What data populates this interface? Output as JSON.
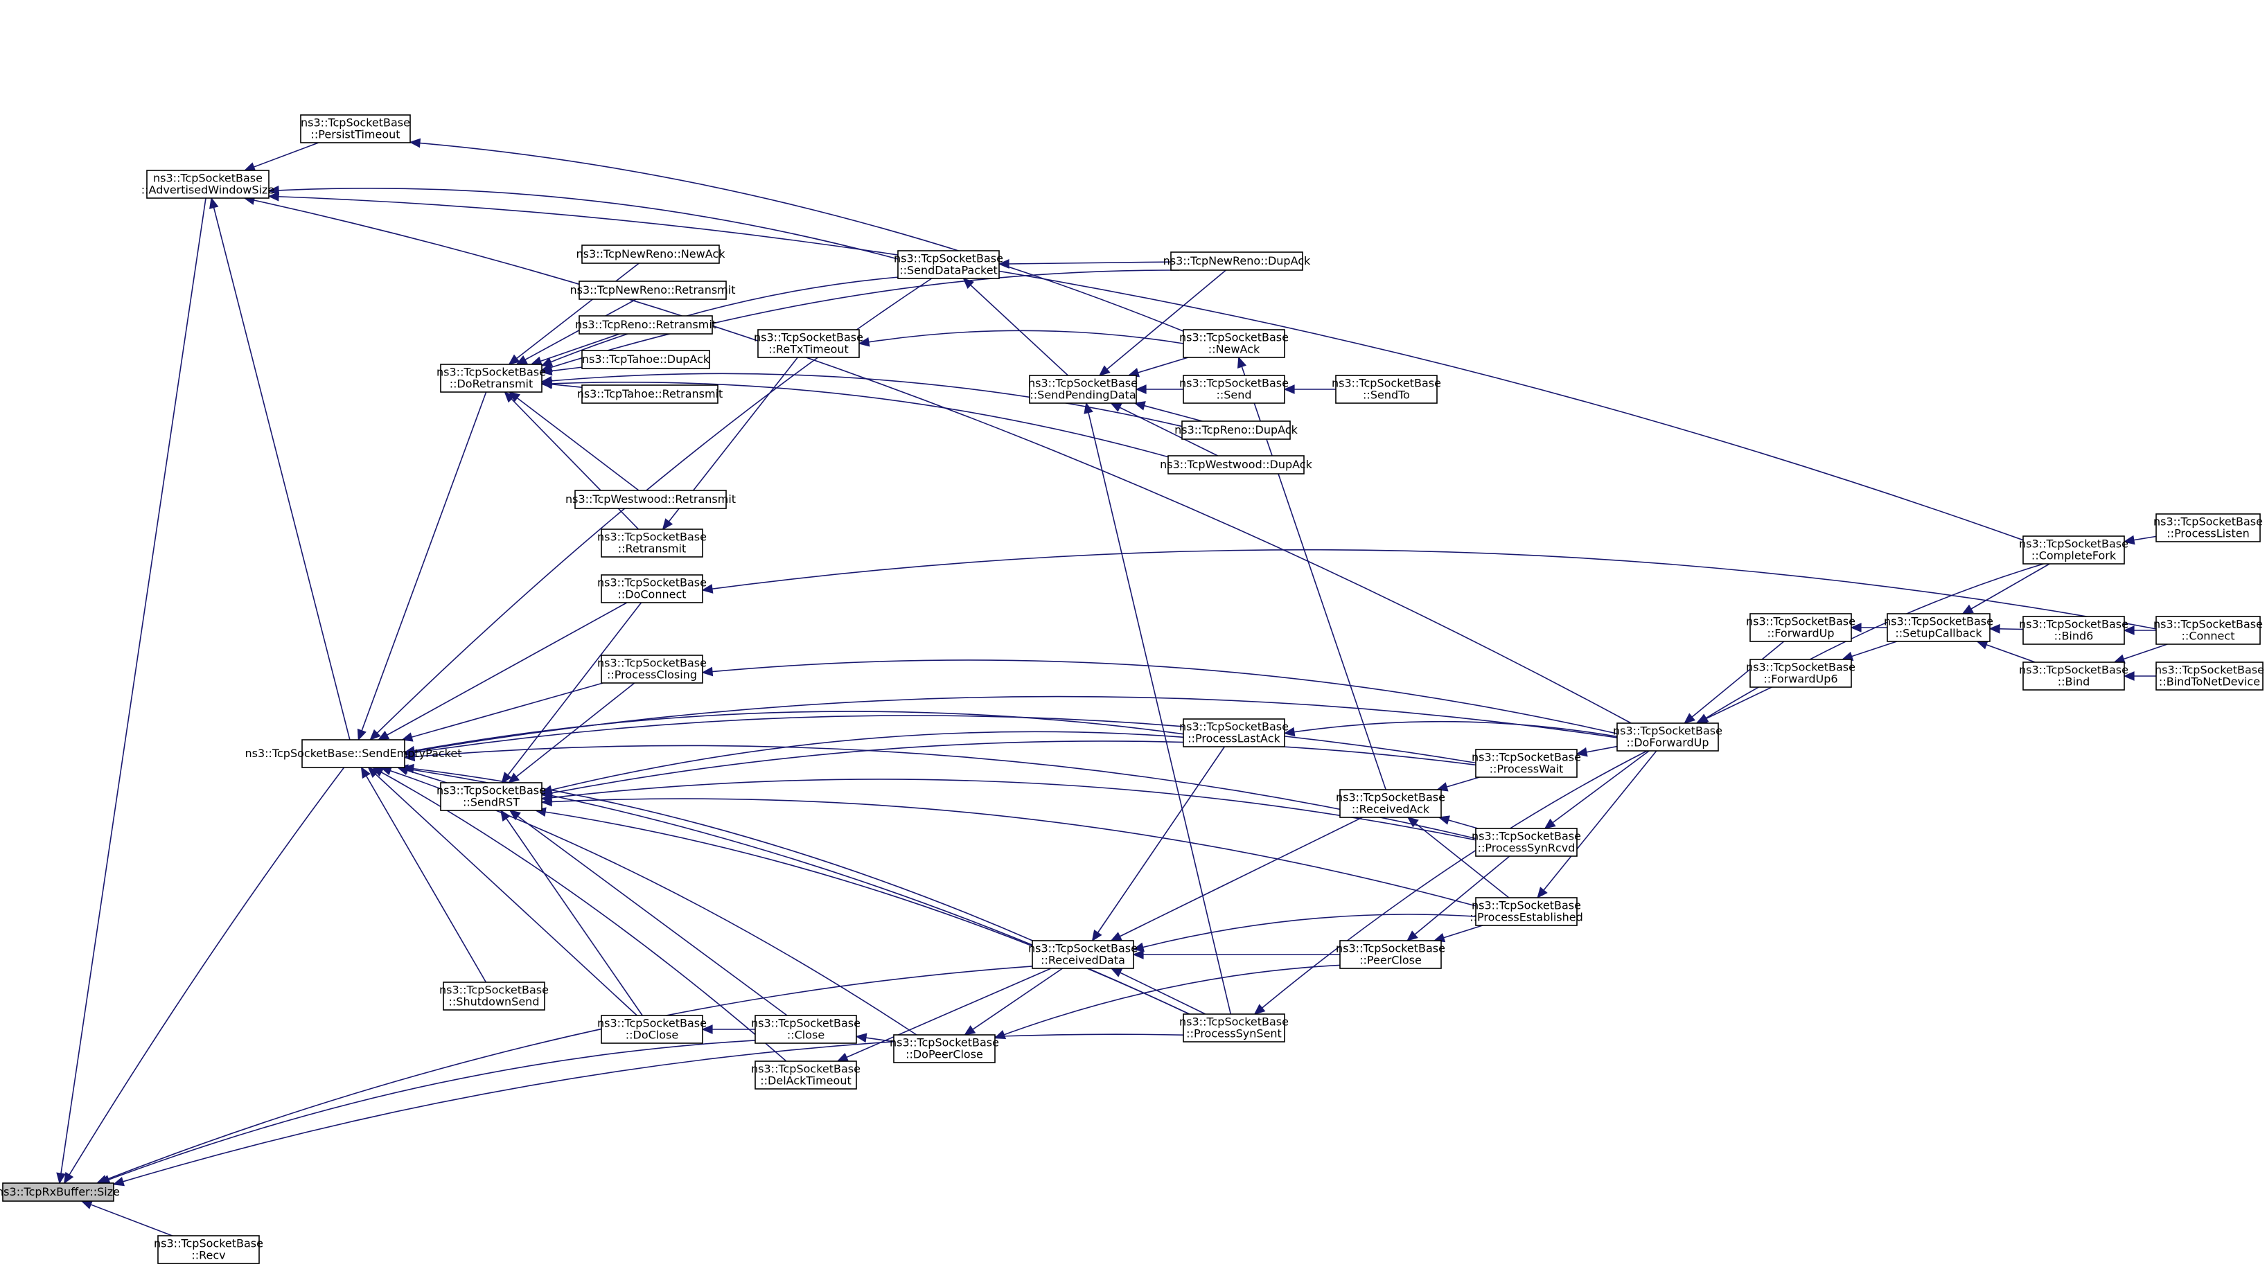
{
  "diagram": {
    "kind": "doxygen caller graph",
    "colors": {
      "edge": "#191970",
      "node_border": "#000000",
      "focus_fill": "#bfbfbf",
      "background": "#ffffff"
    },
    "nodes": [
      {
        "id": "size",
        "lines": [
          "ns3::TcpRxBuffer::Size"
        ],
        "focus": true
      },
      {
        "id": "recv",
        "lines": [
          "ns3::TcpSocketBase",
          "::Recv"
        ]
      },
      {
        "id": "adv",
        "lines": [
          "ns3::TcpSocketBase",
          "::AdvertisedWindowSize"
        ]
      },
      {
        "id": "persist",
        "lines": [
          "ns3::TcpSocketBase",
          "::PersistTimeout"
        ]
      },
      {
        "id": "sendempty",
        "lines": [
          "ns3::TcpSocketBase::SendEmptyPacket"
        ]
      },
      {
        "id": "doretx",
        "lines": [
          "ns3::TcpSocketBase",
          "::DoRetransmit"
        ]
      },
      {
        "id": "nrnewack",
        "lines": [
          "ns3::TcpNewReno::NewAck"
        ]
      },
      {
        "id": "nrretx",
        "lines": [
          "ns3::TcpNewReno::Retransmit"
        ]
      },
      {
        "id": "renoretx",
        "lines": [
          "ns3::TcpReno::Retransmit"
        ]
      },
      {
        "id": "tahoedup",
        "lines": [
          "ns3::TcpTahoe::DupAck"
        ]
      },
      {
        "id": "tahoeretx",
        "lines": [
          "ns3::TcpTahoe::Retransmit"
        ]
      },
      {
        "id": "westretx",
        "lines": [
          "ns3::TcpWestwood::Retransmit"
        ]
      },
      {
        "id": "retx",
        "lines": [
          "ns3::TcpSocketBase",
          "::Retransmit"
        ]
      },
      {
        "id": "docon",
        "lines": [
          "ns3::TcpSocketBase",
          "::DoConnect"
        ]
      },
      {
        "id": "pclosing",
        "lines": [
          "ns3::TcpSocketBase",
          "::ProcessClosing"
        ]
      },
      {
        "id": "sendrst",
        "lines": [
          "ns3::TcpSocketBase",
          "::SendRST"
        ]
      },
      {
        "id": "shutsend",
        "lines": [
          "ns3::TcpSocketBase",
          "::ShutdownSend"
        ]
      },
      {
        "id": "doclose",
        "lines": [
          "ns3::TcpSocketBase",
          "::DoClose"
        ]
      },
      {
        "id": "close",
        "lines": [
          "ns3::TcpSocketBase",
          "::Close"
        ]
      },
      {
        "id": "delack",
        "lines": [
          "ns3::TcpSocketBase",
          "::DelAckTimeout"
        ]
      },
      {
        "id": "senddata",
        "lines": [
          "ns3::TcpSocketBase",
          "::SendDataPacket"
        ]
      },
      {
        "id": "rtxto",
        "lines": [
          "ns3::TcpSocketBase",
          "::ReTxTimeout"
        ]
      },
      {
        "id": "sendpend",
        "lines": [
          "ns3::TcpSocketBase",
          "::SendPendingData"
        ]
      },
      {
        "id": "recvdata",
        "lines": [
          "ns3::TcpSocketBase",
          "::ReceivedData"
        ]
      },
      {
        "id": "dopeer",
        "lines": [
          "ns3::TcpSocketBase",
          "::DoPeerClose"
        ]
      },
      {
        "id": "nrdup",
        "lines": [
          "ns3::TcpNewReno::DupAck"
        ]
      },
      {
        "id": "newack",
        "lines": [
          "ns3::TcpSocketBase",
          "::NewAck"
        ]
      },
      {
        "id": "send",
        "lines": [
          "ns3::TcpSocketBase",
          "::Send"
        ]
      },
      {
        "id": "renodup",
        "lines": [
          "ns3::TcpReno::DupAck"
        ]
      },
      {
        "id": "westdup",
        "lines": [
          "ns3::TcpWestwood::DupAck"
        ]
      },
      {
        "id": "plastack",
        "lines": [
          "ns3::TcpSocketBase",
          "::ProcessLastAck"
        ]
      },
      {
        "id": "psynsent",
        "lines": [
          "ns3::TcpSocketBase",
          "::ProcessSynSent"
        ]
      },
      {
        "id": "sendto",
        "lines": [
          "ns3::TcpSocketBase",
          "::SendTo"
        ]
      },
      {
        "id": "recvack",
        "lines": [
          "ns3::TcpSocketBase",
          "::ReceivedAck"
        ]
      },
      {
        "id": "peerclose",
        "lines": [
          "ns3::TcpSocketBase",
          "::PeerClose"
        ]
      },
      {
        "id": "pwait",
        "lines": [
          "ns3::TcpSocketBase",
          "::ProcessWait"
        ]
      },
      {
        "id": "psynrcvd",
        "lines": [
          "ns3::TcpSocketBase",
          "::ProcessSynRcvd"
        ]
      },
      {
        "id": "pestab",
        "lines": [
          "ns3::TcpSocketBase",
          "::ProcessEstablished"
        ]
      },
      {
        "id": "dofwd",
        "lines": [
          "ns3::TcpSocketBase",
          "::DoForwardUp"
        ]
      },
      {
        "id": "fwdup",
        "lines": [
          "ns3::TcpSocketBase",
          "::ForwardUp"
        ]
      },
      {
        "id": "fwdup6",
        "lines": [
          "ns3::TcpSocketBase",
          "::ForwardUp6"
        ]
      },
      {
        "id": "setcb",
        "lines": [
          "ns3::TcpSocketBase",
          "::SetupCallback"
        ]
      },
      {
        "id": "cfork",
        "lines": [
          "ns3::TcpSocketBase",
          "::CompleteFork"
        ]
      },
      {
        "id": "plisten",
        "lines": [
          "ns3::TcpSocketBase",
          "::ProcessListen"
        ]
      },
      {
        "id": "bind6",
        "lines": [
          "ns3::TcpSocketBase",
          "::Bind6"
        ]
      },
      {
        "id": "bind",
        "lines": [
          "ns3::TcpSocketBase",
          "::Bind"
        ]
      },
      {
        "id": "connect",
        "lines": [
          "ns3::TcpSocketBase",
          "::Connect"
        ]
      },
      {
        "id": "bindnd",
        "lines": [
          "ns3::TcpSocketBase",
          "::BindToNetDevice"
        ]
      }
    ],
    "edges": [
      [
        "recv",
        "size"
      ],
      [
        "adv",
        "size"
      ],
      [
        "sendempty",
        "size"
      ],
      [
        "close",
        "size"
      ],
      [
        "recvdata",
        "size"
      ],
      [
        "psynsent",
        "size"
      ],
      [
        "persist",
        "adv"
      ],
      [
        "sendempty",
        "adv"
      ],
      [
        "senddata",
        "adv"
      ],
      [
        "dofwd",
        "adv"
      ],
      [
        "cfork",
        "adv"
      ],
      [
        "newack",
        "persist"
      ],
      [
        "doretx",
        "sendempty"
      ],
      [
        "docon",
        "sendempty"
      ],
      [
        "pclosing",
        "sendempty"
      ],
      [
        "sendrst",
        "sendempty"
      ],
      [
        "shutsend",
        "sendempty"
      ],
      [
        "doclose",
        "sendempty"
      ],
      [
        "delack",
        "sendempty"
      ],
      [
        "dopeer",
        "sendempty"
      ],
      [
        "recvdata",
        "sendempty"
      ],
      [
        "plastack",
        "sendempty"
      ],
      [
        "psynrcvd",
        "sendempty"
      ],
      [
        "dofwd",
        "sendempty"
      ],
      [
        "pwait",
        "sendempty"
      ],
      [
        "senddata",
        "sendempty"
      ],
      [
        "psynsent",
        "sendempty"
      ],
      [
        "nrnewack",
        "doretx"
      ],
      [
        "nrretx",
        "doretx"
      ],
      [
        "renoretx",
        "doretx"
      ],
      [
        "tahoedup",
        "doretx"
      ],
      [
        "tahoeretx",
        "doretx"
      ],
      [
        "westretx",
        "doretx"
      ],
      [
        "retx",
        "doretx"
      ],
      [
        "renodup",
        "doretx"
      ],
      [
        "westdup",
        "doretx"
      ],
      [
        "nrdup",
        "doretx"
      ],
      [
        "senddata",
        "doretx"
      ],
      [
        "rtxto",
        "retx"
      ],
      [
        "sendpend",
        "senddata"
      ],
      [
        "nrdup",
        "senddata"
      ],
      [
        "newack",
        "rtxto"
      ],
      [
        "nrdup",
        "sendpend"
      ],
      [
        "newack",
        "sendpend"
      ],
      [
        "send",
        "sendpend"
      ],
      [
        "renodup",
        "sendpend"
      ],
      [
        "westdup",
        "sendpend"
      ],
      [
        "psynsent",
        "sendpend"
      ],
      [
        "sendto",
        "send"
      ],
      [
        "docon",
        "sendrst"
      ],
      [
        "pclosing",
        "sendrst"
      ],
      [
        "doclose",
        "sendrst"
      ],
      [
        "close",
        "sendrst"
      ],
      [
        "plastack",
        "sendrst"
      ],
      [
        "pwait",
        "sendrst"
      ],
      [
        "psynrcvd",
        "sendrst"
      ],
      [
        "pestab",
        "sendrst"
      ],
      [
        "psynsent",
        "sendrst"
      ],
      [
        "connect",
        "docon"
      ],
      [
        "dofwd",
        "pclosing"
      ],
      [
        "close",
        "doclose"
      ],
      [
        "dopeer",
        "close"
      ],
      [
        "recvdata",
        "delack"
      ],
      [
        "recvdata",
        "dopeer"
      ],
      [
        "peerclose",
        "dopeer"
      ],
      [
        "recvack",
        "recvdata"
      ],
      [
        "peerclose",
        "recvdata"
      ],
      [
        "plastack",
        "recvdata"
      ],
      [
        "psynsent",
        "recvdata"
      ],
      [
        "pestab",
        "recvdata"
      ],
      [
        "pwait",
        "recvack"
      ],
      [
        "psynrcvd",
        "recvack"
      ],
      [
        "pestab",
        "recvack"
      ],
      [
        "recvack",
        "newack"
      ],
      [
        "psynrcvd",
        "peerclose"
      ],
      [
        "pestab",
        "peerclose"
      ],
      [
        "dofwd",
        "plastack"
      ],
      [
        "dofwd",
        "pwait"
      ],
      [
        "dofwd",
        "psynrcvd"
      ],
      [
        "dofwd",
        "pestab"
      ],
      [
        "dofwd",
        "psynsent"
      ],
      [
        "fwdup",
        "dofwd"
      ],
      [
        "fwdup6",
        "dofwd"
      ],
      [
        "cfork",
        "dofwd"
      ],
      [
        "setcb",
        "fwdup"
      ],
      [
        "setcb",
        "fwdup6"
      ],
      [
        "cfork",
        "setcb"
      ],
      [
        "bind6",
        "setcb"
      ],
      [
        "bind",
        "setcb"
      ],
      [
        "plisten",
        "cfork"
      ],
      [
        "connect",
        "bind6"
      ],
      [
        "connect",
        "bind"
      ],
      [
        "bindnd",
        "bind"
      ]
    ]
  }
}
